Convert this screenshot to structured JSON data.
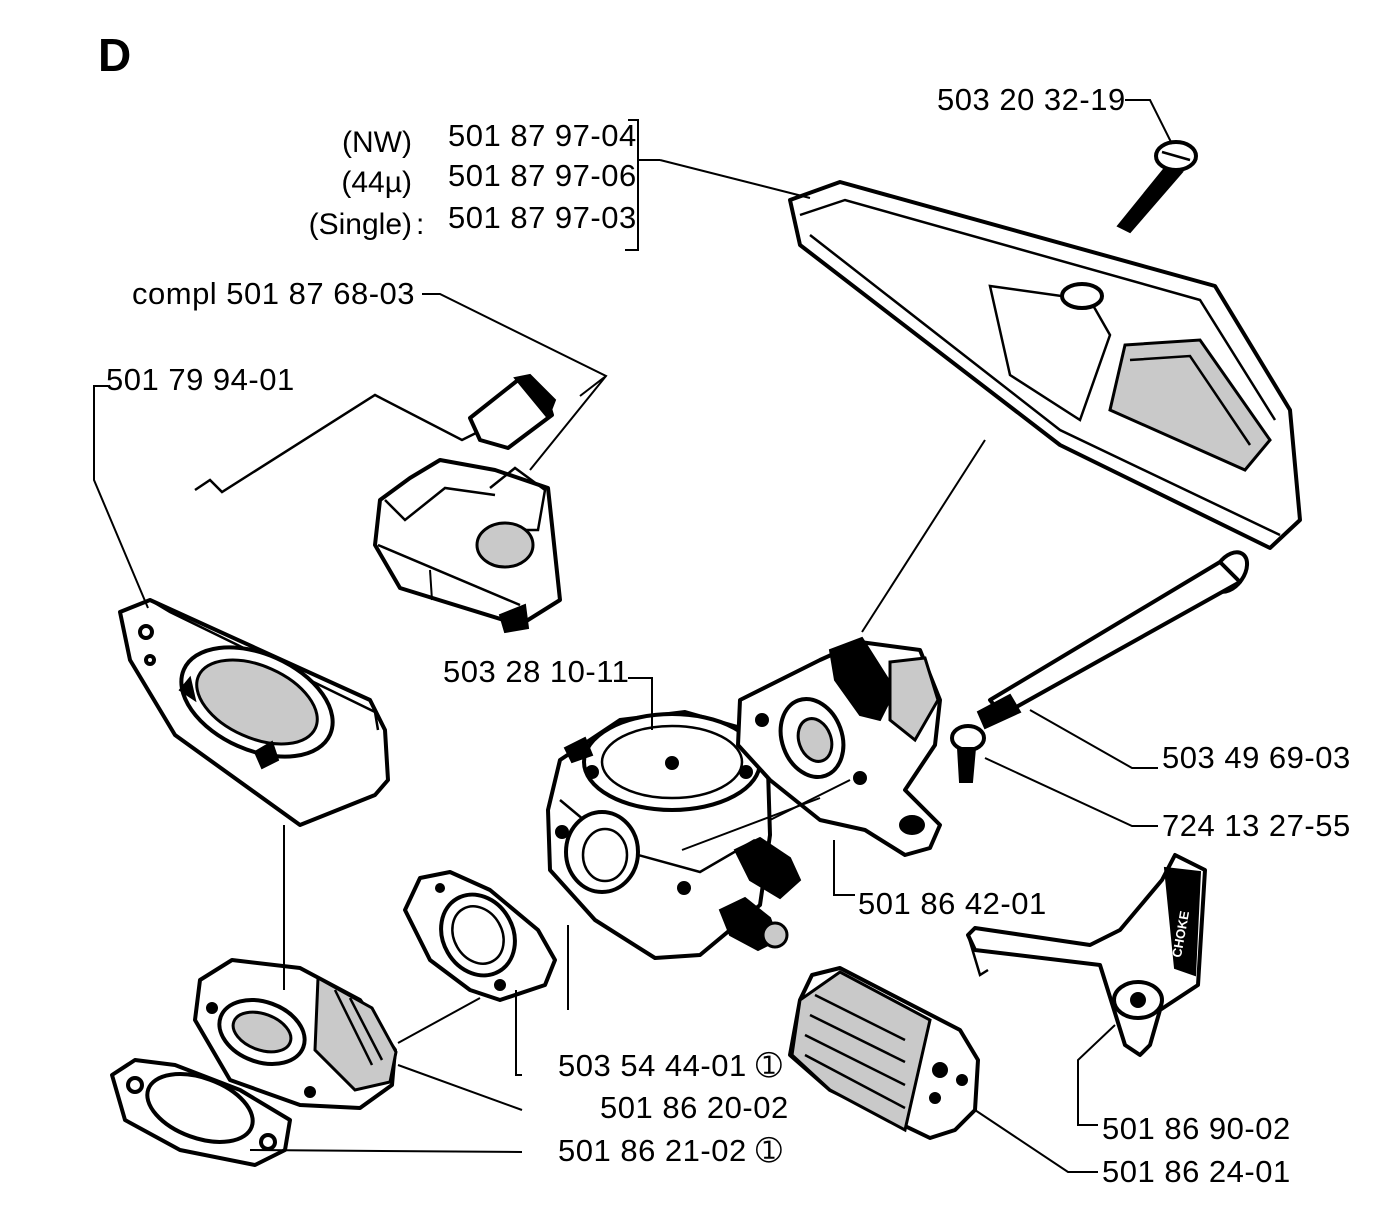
{
  "section_letter": "D",
  "air_filter_variants": [
    {
      "variant": "(NW)",
      "part_number": "501 87 97-04"
    },
    {
      "variant": "(44µ)",
      "part_number": "501 87 97-06"
    },
    {
      "variant": "(Single)",
      "part_number": "501 87 97-03"
    }
  ],
  "variant_separator": ":",
  "labels": {
    "filter_screw": "503 20 32-19",
    "choke_assembly": "compl 501 87 68-03",
    "gasket_plate": "501 79 94-01",
    "carburetor": "503 28 10-11",
    "carb_bolt": "503 49 69-03",
    "small_screw": "724 13 27-55",
    "carb_holder": "501 86 42-01",
    "carb_gasket": "503 54 44-01 ➀",
    "intake_elbow": "501 86 20-02",
    "intake_gasket": "501 86 21-02 ➀",
    "choke_lever": "501 86 90-02",
    "pre_filter": "501 86 24-01"
  },
  "decal_text": "CHOKE"
}
